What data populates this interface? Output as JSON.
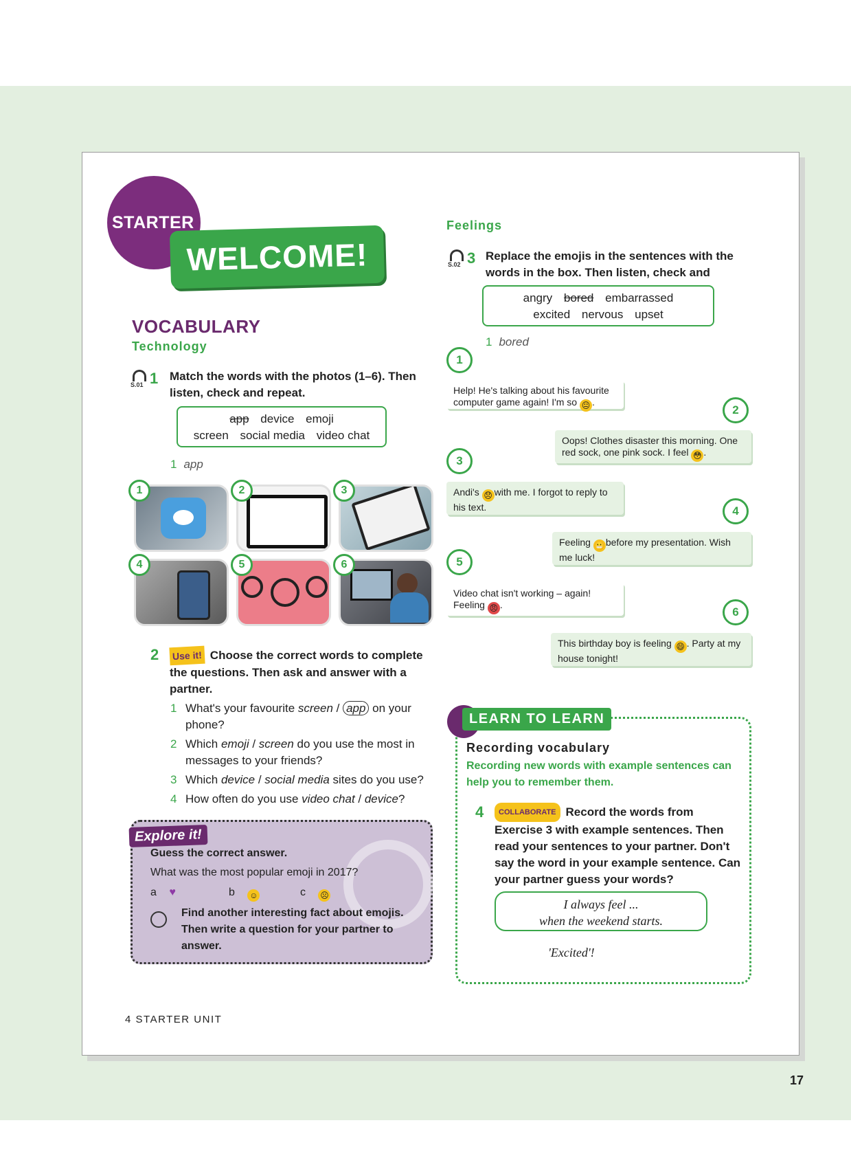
{
  "page_number": "17",
  "header": {
    "starter": "STARTER",
    "welcome": "WELCOME!"
  },
  "vocab": {
    "heading": "VOCABULARY",
    "topic": "Technology",
    "ex1": {
      "num": "1",
      "audio": "S.01",
      "instruction": "Match the words with the photos (1–6). Then listen, check and repeat.",
      "words_row1": [
        "app",
        "device",
        "emoji"
      ],
      "words_row2": [
        "screen",
        "social media",
        "video chat"
      ],
      "example_num": "1",
      "example": "app"
    },
    "photos": [
      "1",
      "2",
      "3",
      "4",
      "5",
      "6"
    ]
  },
  "ex2": {
    "num": "2",
    "tag": "Use it!",
    "instruction": "Choose the correct words to complete the questions. Then ask and answer with a partner.",
    "questions": [
      {
        "n": "1",
        "pre": "What's your favourite ",
        "opt1": "screen",
        "sep": " / ",
        "opt2": "app",
        "post": " on your phone?"
      },
      {
        "n": "2",
        "pre": "Which ",
        "opt1": "emoji",
        "sep": " / ",
        "opt2": "screen",
        "post": " do you use the most in messages to your friends?"
      },
      {
        "n": "3",
        "pre": "Which ",
        "opt1": "device",
        "sep": " / ",
        "opt2": "social media",
        "post": " sites do you use?"
      },
      {
        "n": "4",
        "pre": "How often do you use ",
        "opt1": "video chat",
        "sep": " / ",
        "opt2": "device",
        "post": "?"
      }
    ]
  },
  "explore": {
    "tab": "Explore it!",
    "guess": "Guess the correct answer.",
    "question": "What was the most popular emoji in 2017?",
    "options": [
      "a",
      "b",
      "c"
    ],
    "find": "Find another interesting fact about emojis. Then write a question for your partner to answer."
  },
  "feelings": {
    "heading": "Feelings",
    "ex3": {
      "num": "3",
      "audio": "S.02",
      "instruction": "Replace the emojis in the sentences with the words in the box. Then listen, check and repeat.",
      "words_row1": [
        "angry",
        "bored",
        "embarrassed"
      ],
      "words_row2": [
        "excited",
        "nervous",
        "upset"
      ],
      "example_num": "1",
      "example": "bored"
    },
    "chats": [
      {
        "n": "1",
        "a": "Help! He's talking about his favourite computer game again! I'm so",
        "b": "."
      },
      {
        "n": "2",
        "a": "Oops! Clothes disaster this morning. One red sock, one pink sock. I feel",
        "b": "."
      },
      {
        "n": "3",
        "a": "Andi's",
        "b": "with me. I forgot to reply to his text."
      },
      {
        "n": "4",
        "a": "Feeling",
        "b": "before my presentation. Wish me luck!"
      },
      {
        "n": "5",
        "a": "Video chat isn't working – again! Feeling",
        "b": "."
      },
      {
        "n": "6",
        "a": "This birthday boy is feeling",
        "b": ". Party at my house tonight!"
      }
    ]
  },
  "learn": {
    "tab": "LEARN TO LEARN",
    "title": "Recording vocabulary",
    "tip": "Recording new words with example sentences can help you to remember them.",
    "ex4": {
      "num": "4",
      "tag": "COLLABORATE",
      "instruction": "Record the words from Exercise 3 with example sentences. Then read your sentences to your partner. Don't say the word in your example sentence. Can your partner guess your words?"
    },
    "speech_line1": "I always feel ...",
    "speech_line2": "when the weekend starts.",
    "reply": "'Excited'!"
  },
  "footer": "4  STARTER UNIT"
}
